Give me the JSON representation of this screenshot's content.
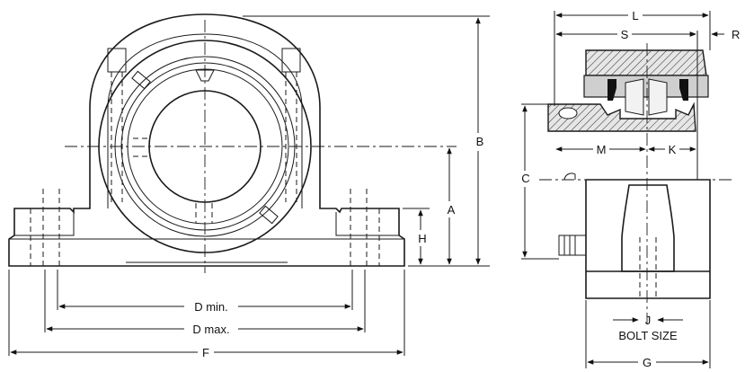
{
  "diagram": {
    "dimension_labels": {
      "L": "L",
      "S": "S",
      "R": "R",
      "B": "B",
      "A": "A",
      "H": "H",
      "C": "C",
      "M": "M",
      "K": "K",
      "J": "J",
      "bolt_size": "BOLT SIZE",
      "D_min": "D min.",
      "D_max": "D max.",
      "F": "F",
      "G": "G"
    }
  }
}
